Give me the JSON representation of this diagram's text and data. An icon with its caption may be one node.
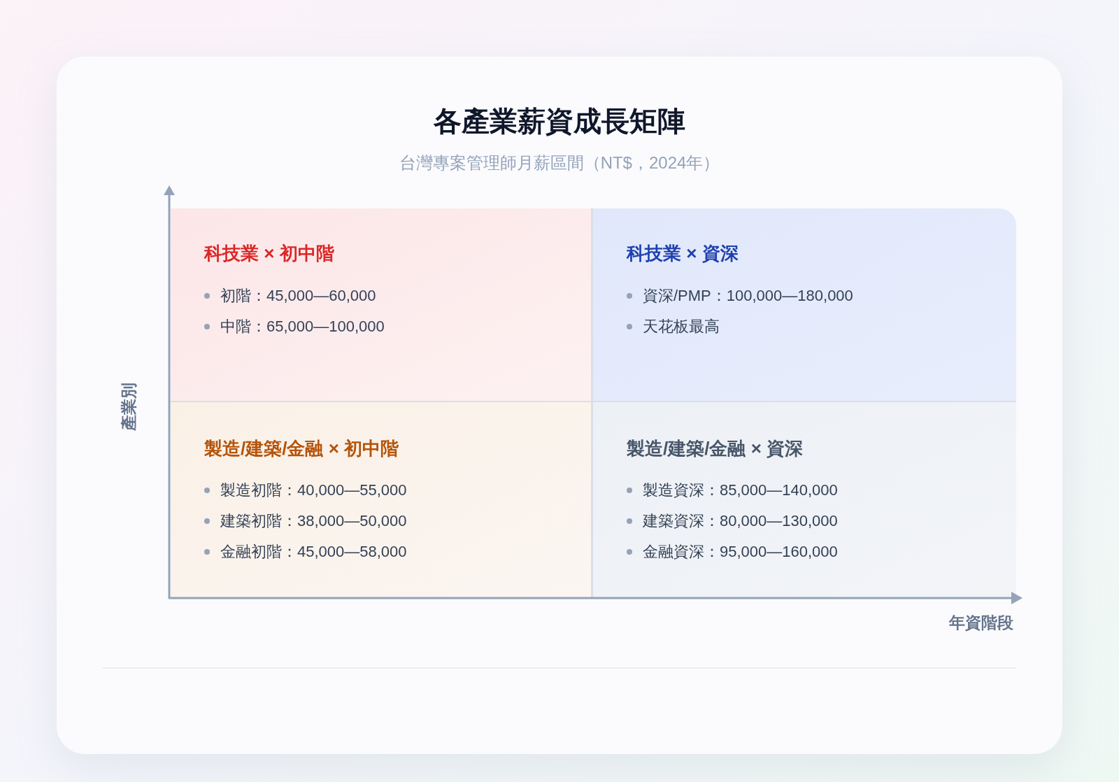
{
  "diagram": {
    "title": "各產業薪資成長矩陣",
    "nodes": [
      {
        "text": [
          "科技業 × 初中階",
          "初階：45,000—60,000",
          "中階：65,000—100,000"
        ]
      },
      {
        "text": [
          "科技業 × 資深",
          "資深/PMP：100,000—180,000",
          "天花板最高"
        ]
      },
      {
        "text": [
          "製造/建築/金融 × 初中階",
          "製造初階：40,000—55,000",
          "建築初階：38,000—50,000",
          "金融初階：45,000—58,000"
        ]
      },
      {
        "text": [
          "製造/建築/金融 × 資深",
          "製造資深：85,000—140,000",
          "建築資深：80,000—130,000",
          "金融資深：95,000—160,000"
        ]
      }
    ],
    "labels": [
      "台灣專案管理師月薪區間（NT$，2024年）",
      "產業別",
      "年資階段"
    ]
  }
}
